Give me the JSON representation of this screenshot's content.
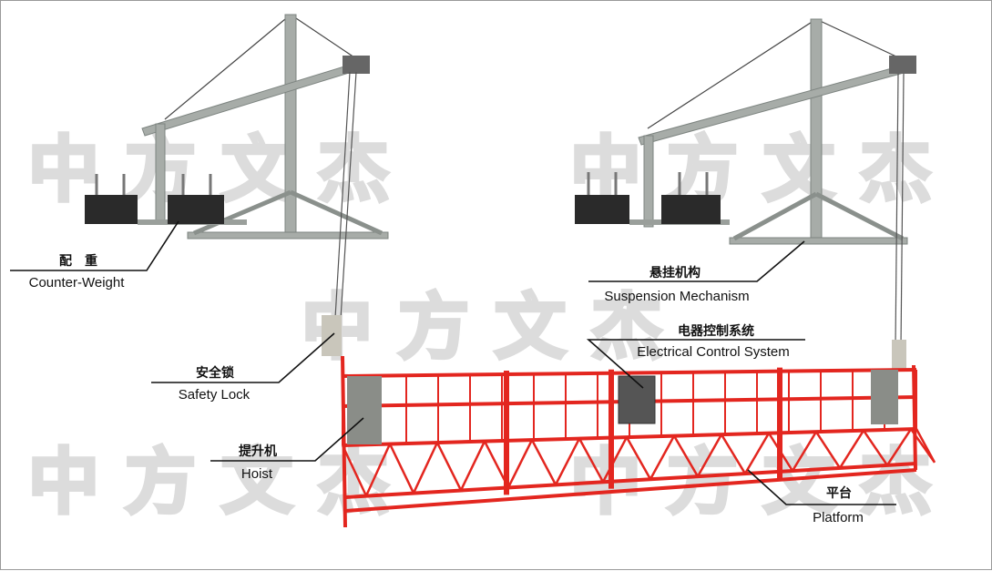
{
  "watermark": "中方文杰",
  "labels": {
    "counter_weight": {
      "cn": "配　重",
      "en": "Counter-Weight"
    },
    "safety_lock": {
      "cn": "安全锁",
      "en": "Safety Lock"
    },
    "hoist": {
      "cn": "提升机",
      "en": "Hoist"
    },
    "suspension": {
      "cn": "悬挂机构",
      "en": "Suspension Mechanism"
    },
    "control": {
      "cn": "电器控制系统",
      "en": "Electrical Control System"
    },
    "platform": {
      "cn": "平台",
      "en": "Platform"
    }
  },
  "colors": {
    "platform": "#e3261f",
    "steel": "#a7aca8",
    "weight": "#2a2a2a"
  }
}
